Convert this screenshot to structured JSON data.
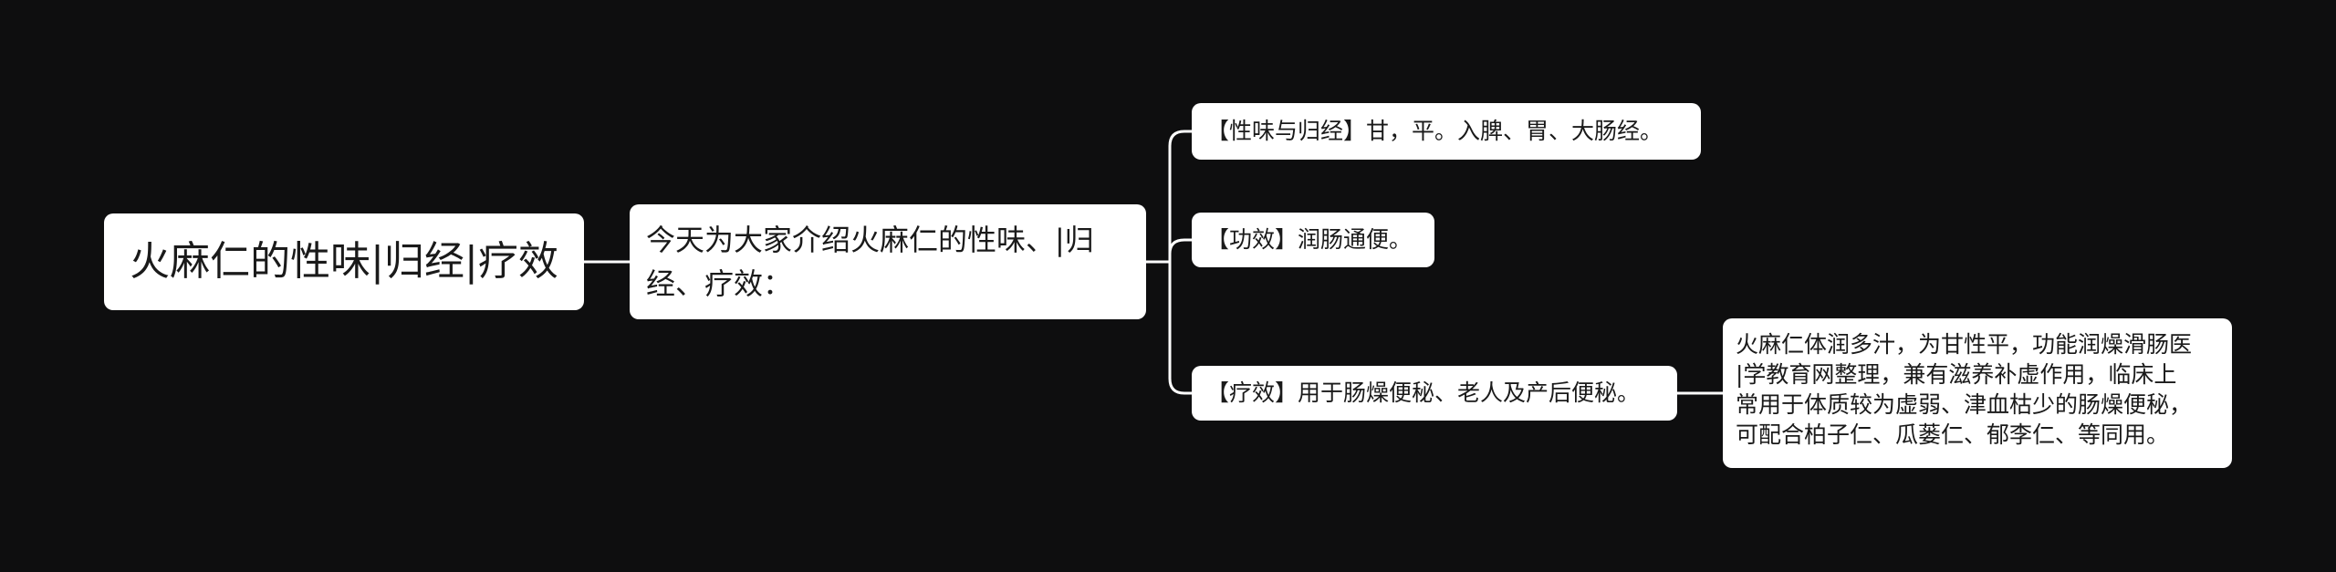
{
  "mindmap": {
    "root": {
      "text": "火麻仁的性味|归经|疗效"
    },
    "intro": {
      "text": "今天为大家介绍火麻仁的性味、|归经、疗效："
    },
    "branches": [
      {
        "text": "【性味与归经】甘，平。入脾、胃、大肠经。"
      },
      {
        "text": "【功效】润肠通便。"
      },
      {
        "text": "【疗效】用于肠燥便秘、老人及产后便秘。"
      }
    ],
    "detail": {
      "lines": [
        "火麻仁体润多汁，为甘性平，功能润燥滑肠医",
        "|学教育网整理，兼有滋养补虚作用，临床上",
        "常用于体质较为虚弱、津血枯少的肠燥便秘，",
        "可配合柏子仁、瓜蒌仁、郁李仁、等同用。"
      ]
    }
  },
  "colors": {
    "background": "#0e0e0f",
    "node_fill": "#ffffff",
    "connector": "#ffffff",
    "text": "#1a1a1a"
  }
}
